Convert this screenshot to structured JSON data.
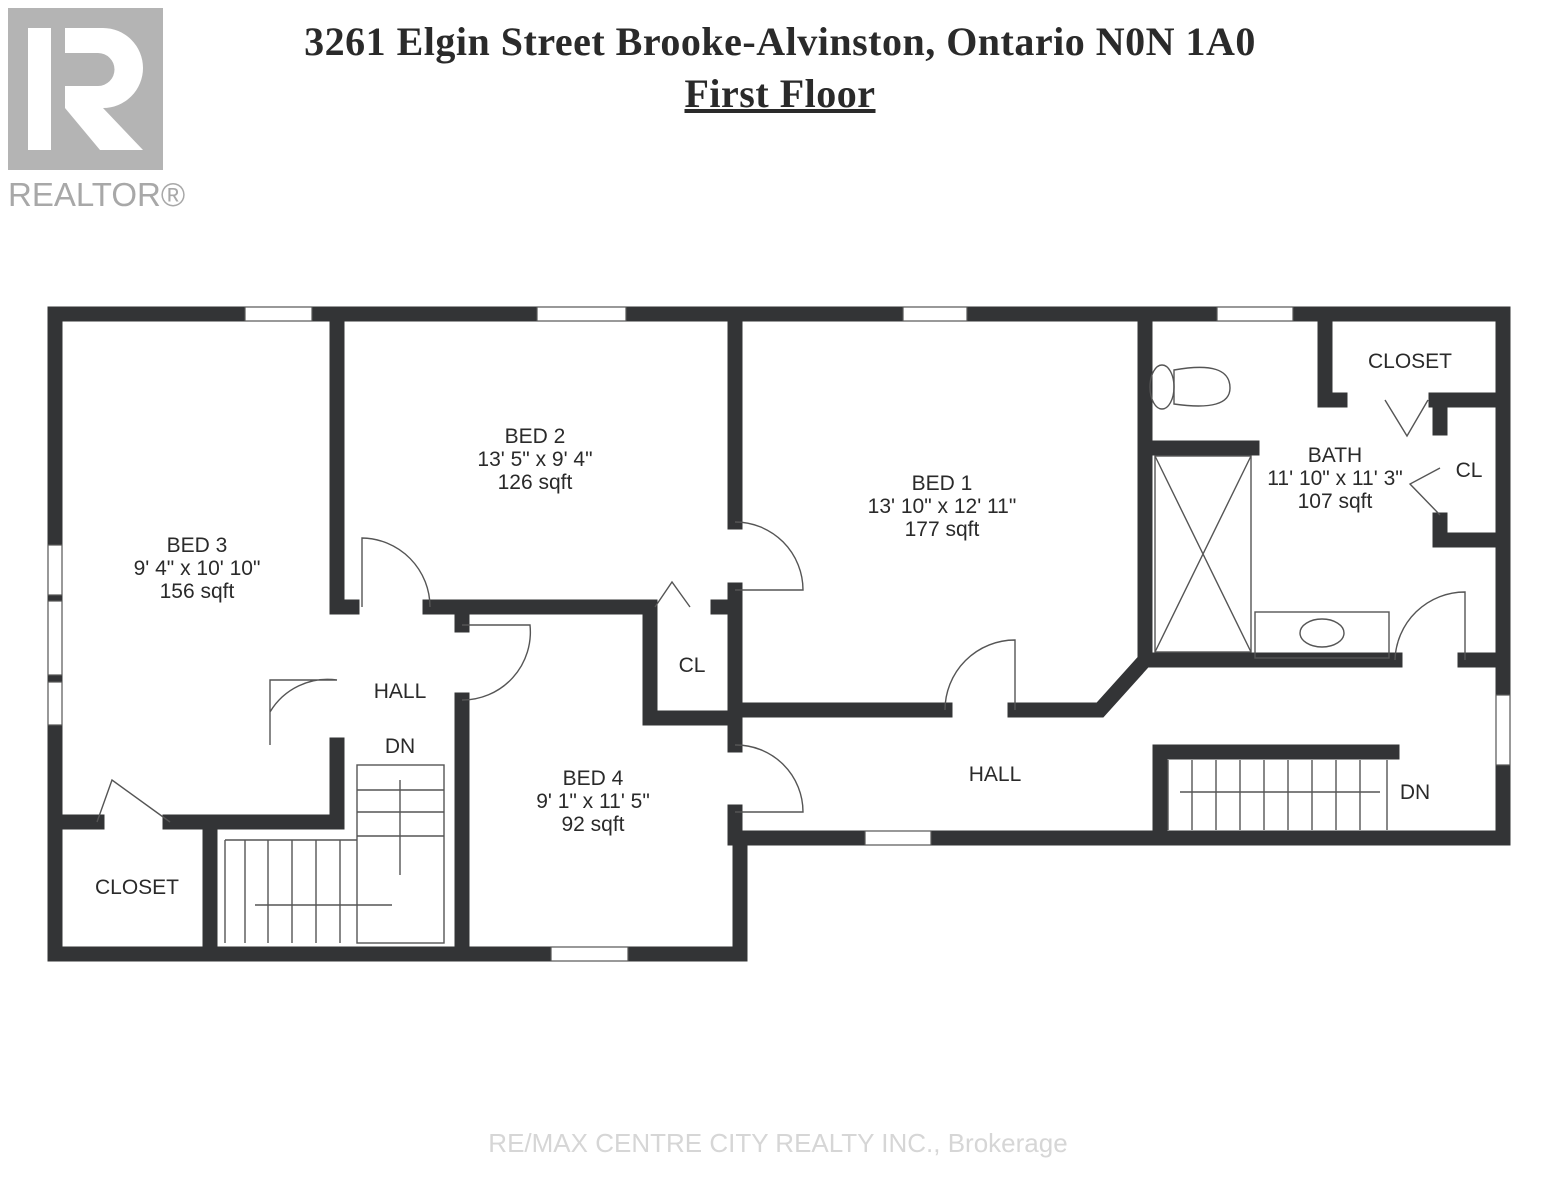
{
  "header": {
    "address": "3261 Elgin Street Brooke-Alvinston, Ontario N0N 1A0",
    "floor": "First Floor"
  },
  "logo": {
    "text": "REALTOR®"
  },
  "rooms": [
    {
      "name": "BED 3",
      "dims": "9' 4\" x 10' 10\"",
      "area": "156 sqft"
    },
    {
      "name": "BED 2",
      "dims": "13' 5\" x 9' 4\"",
      "area": "126 sqft"
    },
    {
      "name": "BED 1",
      "dims": "13' 10\" x 12' 11\"",
      "area": "177 sqft"
    },
    {
      "name": "BATH",
      "dims": "11' 10\" x 11' 3\"",
      "area": "107 sqft"
    },
    {
      "name": "BED 4",
      "dims": "9' 1\" x 11' 5\"",
      "area": "92 sqft"
    }
  ],
  "labels": {
    "closet_top": "CLOSET",
    "cl_bath": "CL",
    "cl_bed4": "CL",
    "hall_left": "HALL",
    "dn_left": "DN",
    "hall_right": "HALL",
    "dn_right": "DN",
    "closet_left": "CLOSET"
  },
  "footer": {
    "brokerage": "RE/MAX CENTRE CITY REALTY INC., Brokerage"
  }
}
